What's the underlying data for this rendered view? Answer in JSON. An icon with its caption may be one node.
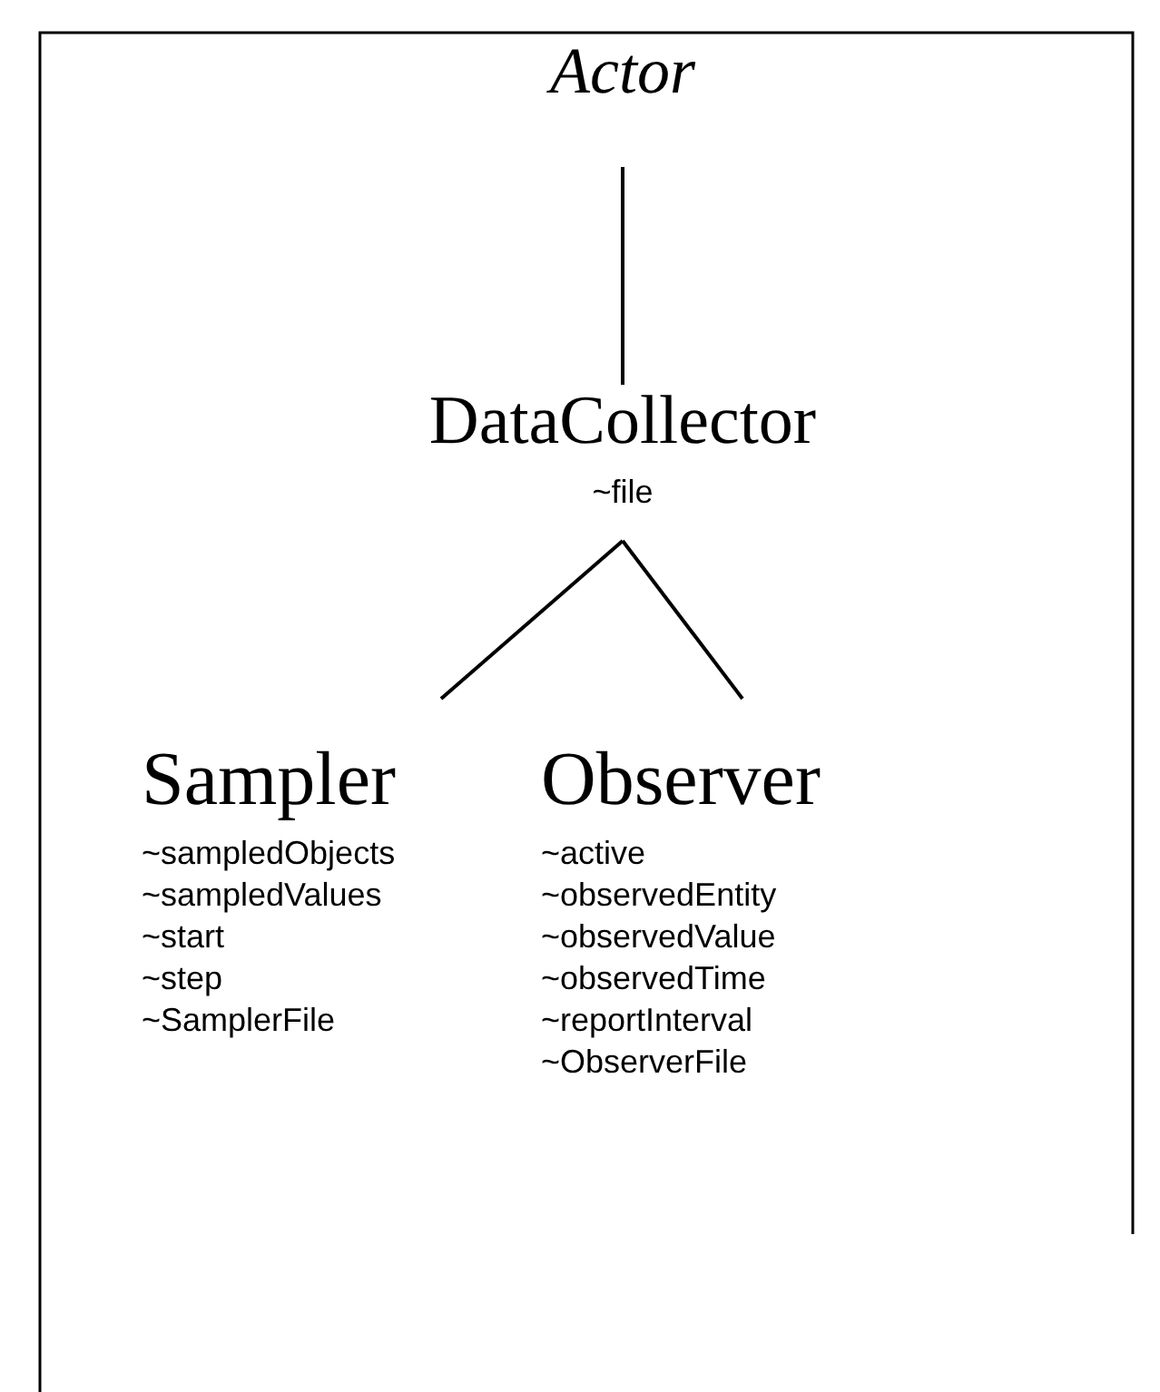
{
  "diagram": {
    "nodes": [
      {
        "text": [
          "Actor"
        ]
      },
      {
        "text": [
          "DataCollector",
          "~file"
        ]
      },
      {
        "text": [
          "Sampler",
          "~sampledObjects",
          "~sampledValues",
          "~start",
          "~step",
          "~SamplerFile"
        ]
      },
      {
        "text": [
          "Observer",
          "~active",
          "~observedEntity",
          "~observedValue",
          "~observedTime",
          "~reportInterval",
          "~ObserverFile"
        ]
      }
    ],
    "edges": [
      {
        "from": 0,
        "to": 1,
        "arrow": "none"
      },
      {
        "from": 1,
        "to": 2,
        "arrow": "none"
      },
      {
        "from": 1,
        "to": 3,
        "arrow": "none"
      }
    ]
  }
}
